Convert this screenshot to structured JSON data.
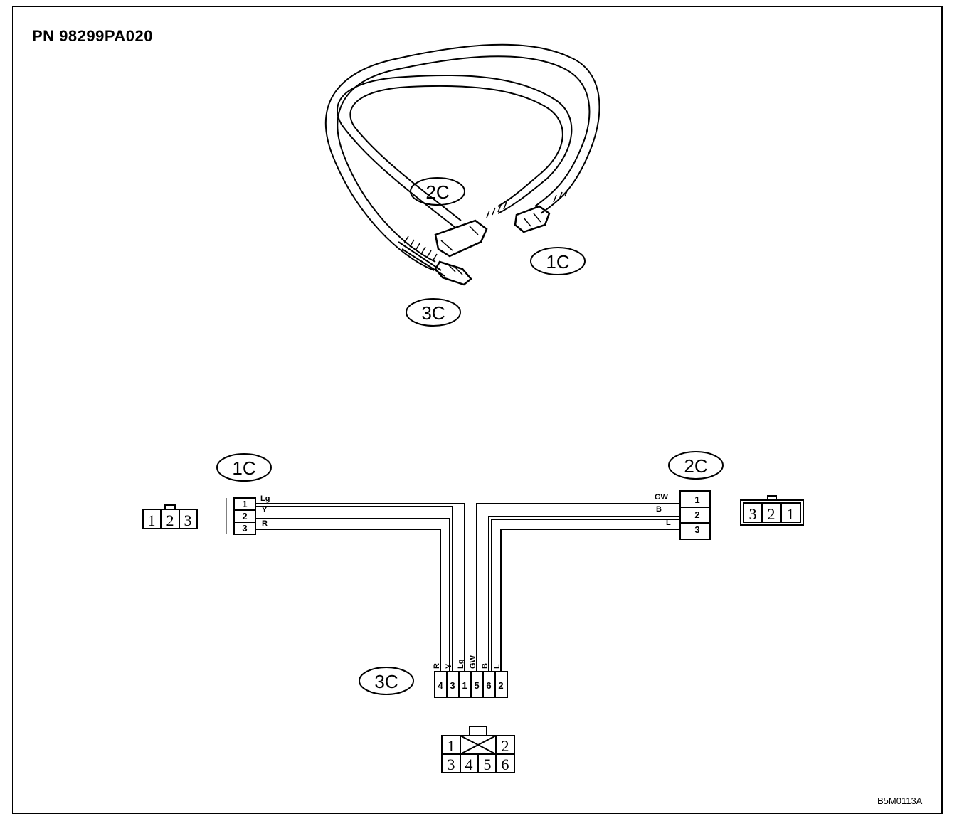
{
  "header": {
    "part_number": "PN 98299PA020"
  },
  "footer": {
    "figure_code": "B5M0113A"
  },
  "connectors": {
    "c1": {
      "tag": "1C",
      "pins": [
        "1",
        "2",
        "3"
      ],
      "wire_colors": [
        "Lg",
        "Y",
        "R"
      ],
      "face_pins": [
        "1",
        "2",
        "3"
      ]
    },
    "c2": {
      "tag": "2C",
      "pins": [
        "1",
        "2",
        "3"
      ],
      "wire_colors": [
        "GW",
        "B",
        "L"
      ],
      "face_pins": [
        "3",
        "2",
        "1"
      ]
    },
    "c3": {
      "tag": "3C",
      "pins": [
        "4",
        "3",
        "1",
        "5",
        "6",
        "2"
      ],
      "wire_colors": [
        "R",
        "Y",
        "Lg",
        "GW",
        "B",
        "L"
      ],
      "face_pins": [
        "1",
        "2",
        "3",
        "4",
        "5",
        "6"
      ]
    }
  },
  "harness_tags": {
    "top_2c": "2C",
    "top_1c": "1C",
    "top_3c": "3C"
  }
}
